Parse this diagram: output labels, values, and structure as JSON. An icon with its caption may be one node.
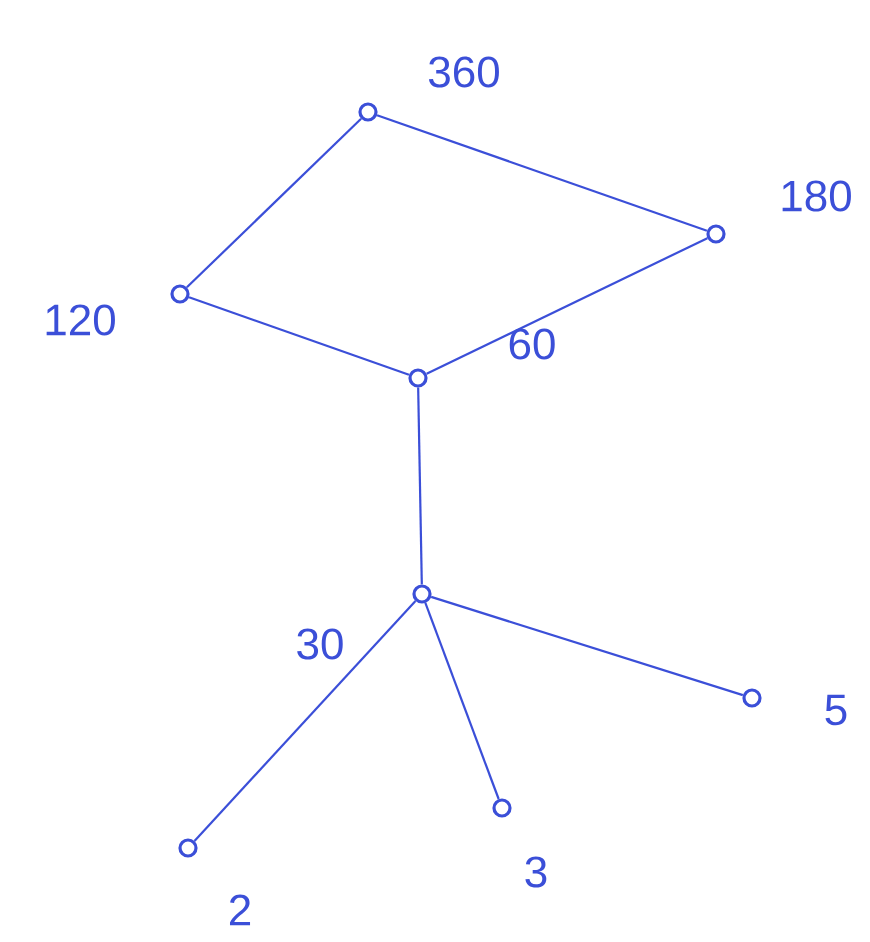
{
  "diagram": {
    "nodes": [
      {
        "text": [],
        "shape": "circle",
        "beside": [
          "360"
        ]
      },
      {
        "text": [],
        "shape": "circle",
        "beside": [
          "180"
        ]
      },
      {
        "text": [],
        "shape": "circle",
        "beside": [
          "120"
        ]
      },
      {
        "text": [],
        "shape": "circle",
        "beside": [
          "60"
        ]
      },
      {
        "text": [],
        "shape": "circle",
        "beside": [
          "30"
        ]
      },
      {
        "text": [],
        "shape": "circle",
        "beside": [
          "2"
        ]
      },
      {
        "text": [],
        "shape": "circle",
        "beside": [
          "3"
        ]
      },
      {
        "text": [],
        "shape": "circle",
        "beside": [
          "5"
        ]
      }
    ],
    "edges": [
      {
        "from": 0,
        "to": 2,
        "arrow": "none"
      },
      {
        "from": 0,
        "to": 1,
        "arrow": "none"
      },
      {
        "from": 2,
        "to": 3,
        "arrow": "none"
      },
      {
        "from": 1,
        "to": 3,
        "arrow": "none"
      },
      {
        "from": 3,
        "to": 4,
        "arrow": "none"
      },
      {
        "from": 4,
        "to": 5,
        "arrow": "none"
      },
      {
        "from": 4,
        "to": 6,
        "arrow": "none"
      },
      {
        "from": 4,
        "to": 7,
        "arrow": "none"
      }
    ]
  }
}
